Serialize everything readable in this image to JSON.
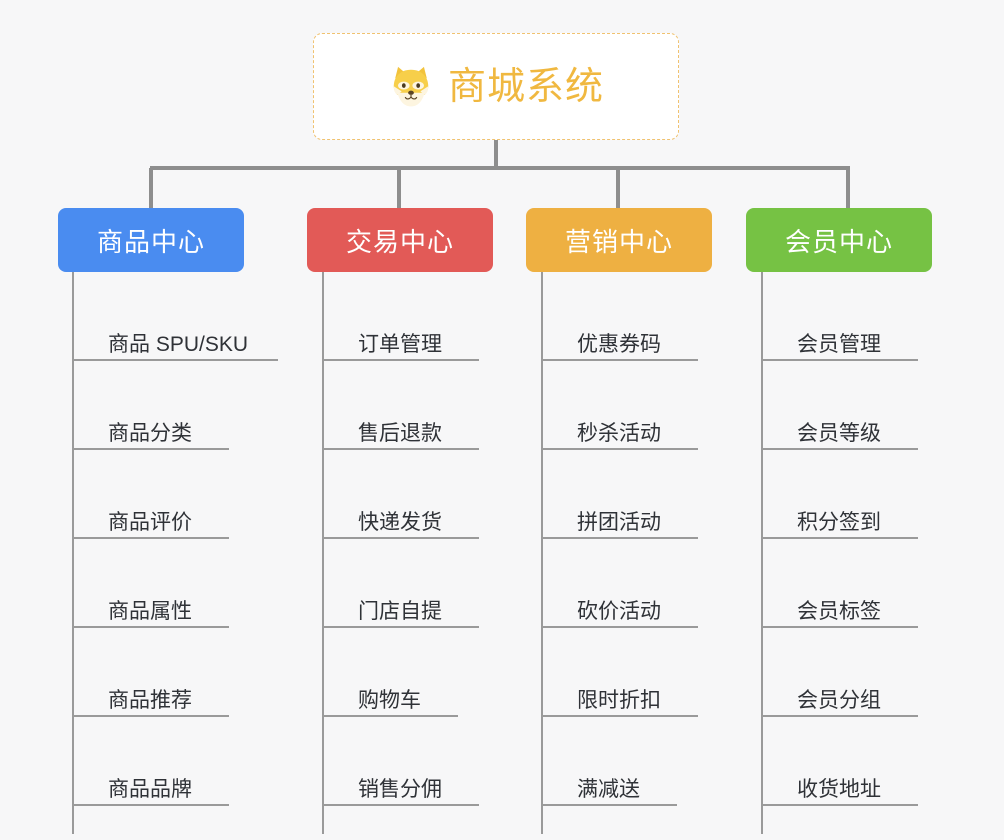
{
  "diagram": {
    "background_color": "#f7f7f8",
    "connector_color": "#8e8e8e",
    "leaf_line_color": "#9a9a9a",
    "root": {
      "title": "商城系统",
      "icon": "shiba-dog-emoji",
      "text_color": "#f0b840",
      "border_color": "#f0c270",
      "background_color": "#ffffff"
    },
    "categories": [
      {
        "label": "商品中心",
        "color": "#4a8cf0",
        "items": [
          "商品 SPU/SKU",
          "商品分类",
          "商品评价",
          "商品属性",
          "商品推荐",
          "商品品牌"
        ]
      },
      {
        "label": "交易中心",
        "color": "#e25a57",
        "items": [
          "订单管理",
          "售后退款",
          "快递发货",
          "门店自提",
          "购物车",
          "销售分佣"
        ]
      },
      {
        "label": "营销中心",
        "color": "#eeb042",
        "items": [
          "优惠券码",
          "秒杀活动",
          "拼团活动",
          "砍价活动",
          "限时折扣",
          "满减送"
        ]
      },
      {
        "label": "会员中心",
        "color": "#76c244",
        "items": [
          "会员管理",
          "会员等级",
          "积分签到",
          "会员标签",
          "会员分组",
          "收货地址"
        ]
      }
    ]
  }
}
